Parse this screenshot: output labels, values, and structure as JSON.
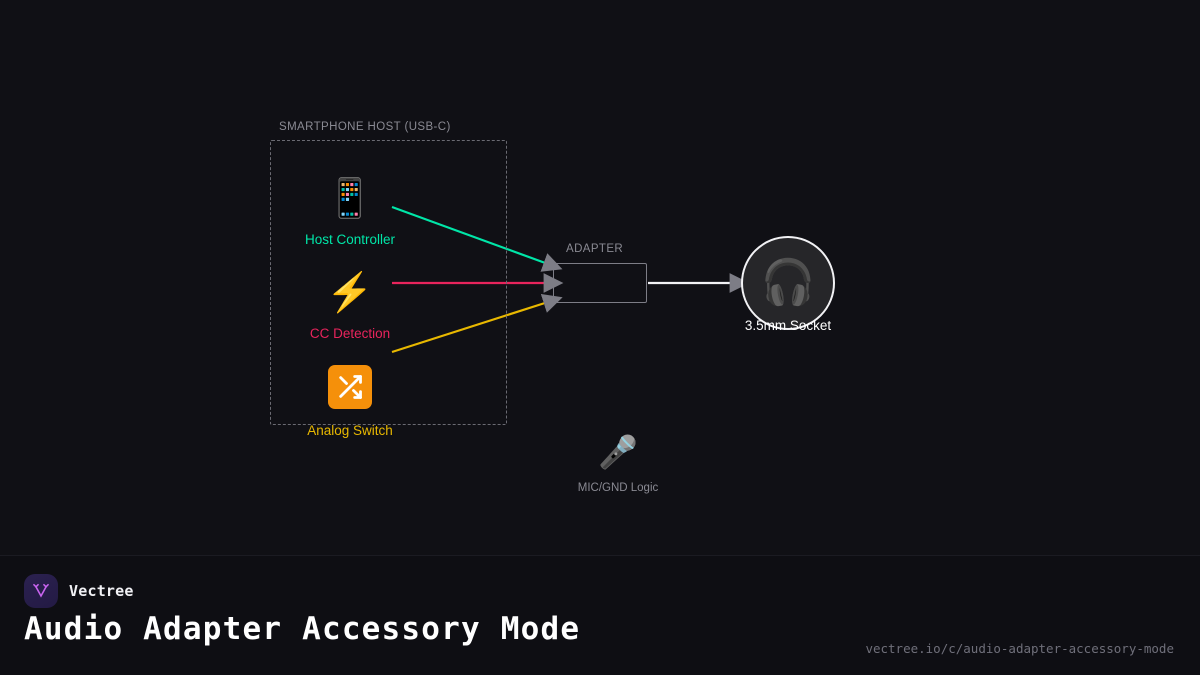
{
  "page": {
    "background": "#101015",
    "title": "Audio Adapter Accessory Mode",
    "url": "vectree.io/c/audio-adapter-accessory-mode",
    "brand": "Vectree"
  },
  "diagram": {
    "groups": [
      {
        "id": "smartphone-host",
        "label": "SMARTPHONE HOST (USB-C)"
      },
      {
        "id": "adapter",
        "label": "ADAPTER"
      }
    ],
    "nodes": [
      {
        "id": "host-controller",
        "label": "Host Controller",
        "icon": "smartphone-icon",
        "glyph": "📱",
        "color": "#00e6a8"
      },
      {
        "id": "cc-detection",
        "label": "CC Detection",
        "icon": "lightning-bolt-icon",
        "glyph": "⚡",
        "color": "#e8245c"
      },
      {
        "id": "analog-switch",
        "label": "Analog Switch",
        "icon": "shuffle-switch-icon",
        "glyph": "",
        "color": "#e8b800"
      },
      {
        "id": "socket",
        "label": "3.5mm Socket",
        "icon": "headphones-icon",
        "glyph": "🎧",
        "color": "#ffffff"
      },
      {
        "id": "mic-gnd",
        "label": "MIC/GND Logic",
        "icon": "microphone-icon",
        "glyph": "🎤",
        "color": "#8a8a93"
      }
    ],
    "edges": [
      {
        "from": "host-controller",
        "to": "adapter",
        "color": "#00e6a8"
      },
      {
        "from": "cc-detection",
        "to": "adapter",
        "color": "#e8245c"
      },
      {
        "from": "analog-switch",
        "to": "adapter",
        "color": "#e8b800"
      },
      {
        "from": "adapter",
        "to": "socket",
        "color": "#ffffff"
      }
    ],
    "colors": {
      "host": "#00e6a8",
      "cc": "#e8245c",
      "switch": "#e8b800",
      "output": "#ffffff",
      "arrow": "#7d7d86",
      "group_border": "#6a6a72",
      "group_label": "#8a8a93"
    }
  }
}
